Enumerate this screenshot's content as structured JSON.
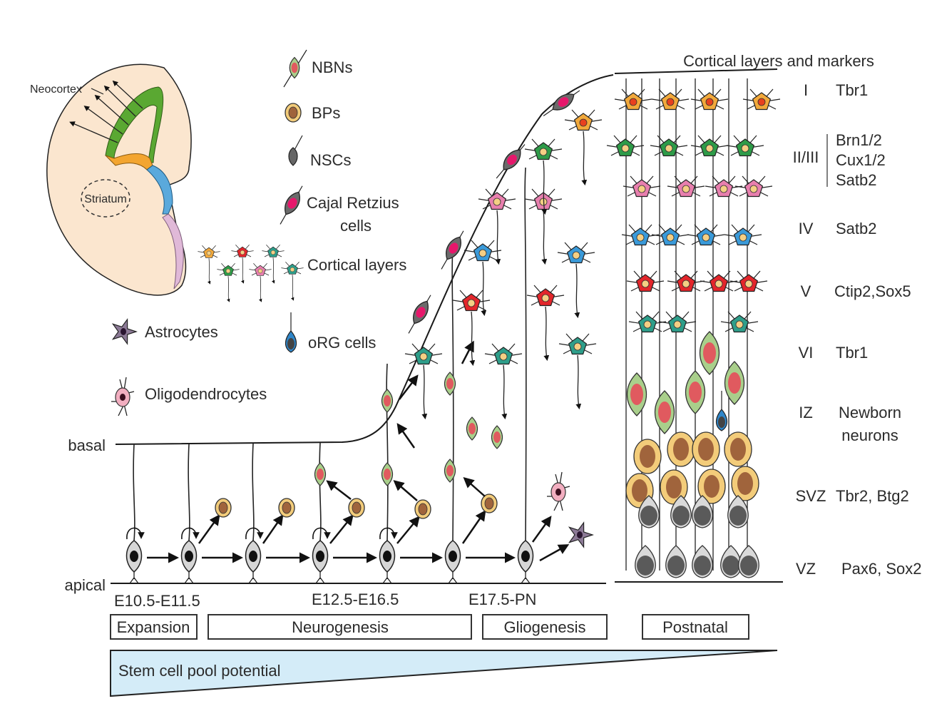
{
  "brain_inset": {
    "neocortex_label": "Neocortex",
    "striatum_label": "Striatum",
    "colors": {
      "tissue": "#fbe6cf",
      "neocortex_vz": "#5aa832",
      "lge": "#f3a530",
      "mge": "#5aa9dc",
      "cge": "#e0b9d8"
    }
  },
  "legend": {
    "items": [
      {
        "id": "nbns",
        "label": "NBNs",
        "icon": "newborn-neuron-icon"
      },
      {
        "id": "bps",
        "label": "BPs",
        "icon": "basal-progenitor-icon"
      },
      {
        "id": "nscs",
        "label": "NSCs",
        "icon": "neural-stem-cell-icon"
      },
      {
        "id": "cajal",
        "label": "Cajal Retzius",
        "label2": "cells",
        "icon": "cajal-retzius-cell-icon"
      },
      {
        "id": "cortical",
        "label": "Cortical layers",
        "icon": "cortical-neurons-icon"
      },
      {
        "id": "org",
        "label": "oRG cells",
        "icon": "org-cell-icon"
      },
      {
        "id": "astro",
        "label": "Astrocytes",
        "icon": "astrocyte-icon"
      },
      {
        "id": "oligo",
        "label": "Oligodendrocytes",
        "icon": "oligodendrocyte-icon"
      }
    ]
  },
  "axis": {
    "basal_label": "basal",
    "apical_label": "apical"
  },
  "timepoints": [
    "E10.5-E11.5",
    "E12.5-E16.5",
    "E17.5-PN"
  ],
  "phases": [
    "Expansion",
    "Neurogenesis",
    "Gliogenesis",
    "Postnatal"
  ],
  "stem_cell_pool_label": "Stem cell pool potential",
  "cortical_panel": {
    "title": "Cortical layers and markers",
    "layers": [
      {
        "layer": "I",
        "markers": [
          "Tbr1"
        ],
        "color": "#f2a93b"
      },
      {
        "layer": "II/III",
        "markers": [
          "Brn1/2",
          "Cux1/2",
          "Satb2"
        ],
        "color": "#2e9b48"
      },
      {
        "layer": "IV",
        "markers": [
          "Satb2"
        ],
        "color": "#3a9ad9"
      },
      {
        "layer": "V",
        "markers": [
          "Ctip2,Sox5"
        ],
        "color": "#e3262b"
      },
      {
        "layer": "VI",
        "markers": [
          "Tbr1"
        ],
        "color": "#2e9e8a"
      },
      {
        "layer": "IZ",
        "markers": [
          "Newborn",
          "neurons"
        ],
        "color": "#9cc97a"
      },
      {
        "layer": "SVZ",
        "markers": [
          "Tbr2, Btg2"
        ],
        "color": "#f5cf7c"
      },
      {
        "layer": "VZ",
        "markers": [
          "Pax6, Sox2"
        ],
        "color": "#9a9a9a"
      }
    ],
    "layer_pink_color": "#e87fae"
  },
  "colors": {
    "nsc_body": "#d6d6d6",
    "nsc_nucleus": "#111111",
    "bp_outer": "#f3cc7a",
    "bp_nucleus": "#a0643c",
    "nbn_body": "#a9cf8b",
    "nbn_nucleus": "#e05a5f",
    "cajal_body": "#6b6b6b",
    "cajal_nucleus": "#e6176b",
    "astro_body": "#8c7a96",
    "oligo_body": "#f2aec0",
    "org_body": "#2f86c9",
    "stem_pool_fill": "#d4ecf8"
  }
}
